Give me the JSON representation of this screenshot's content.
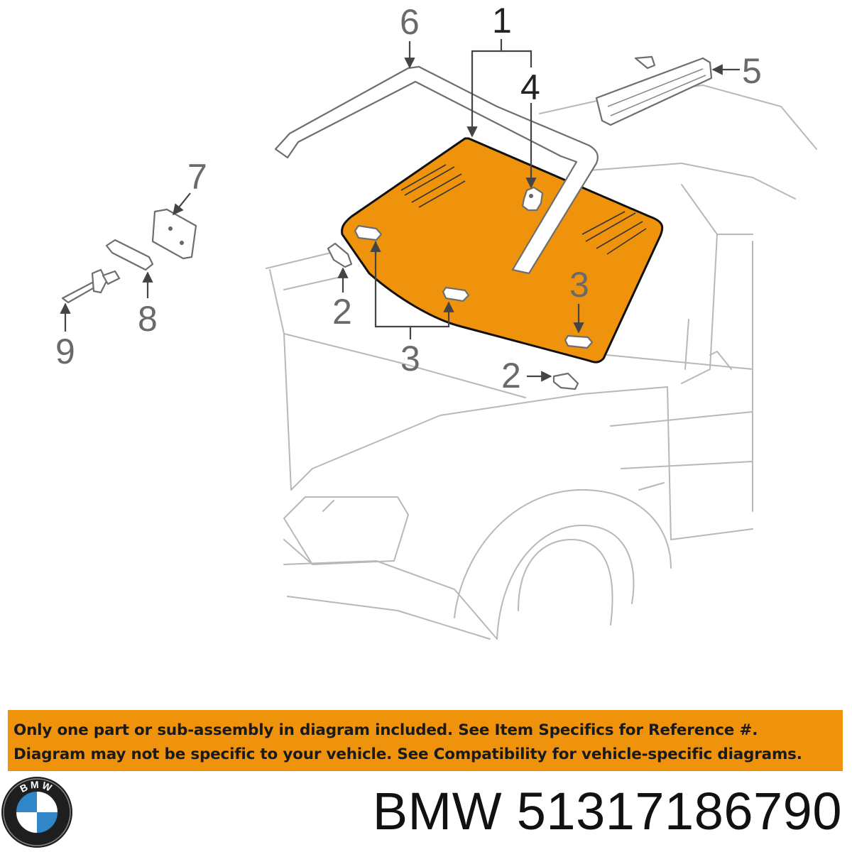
{
  "diagram": {
    "callouts": {
      "c1": "1",
      "c2a": "2",
      "c2b": "2",
      "c3a": "3",
      "c3b": "3",
      "c4": "4",
      "c5": "5",
      "c6": "6",
      "c7": "7",
      "c8": "8",
      "c9": "9"
    },
    "highlight_color": "#f0930c"
  },
  "notice": {
    "line1": "Only one part or sub-assembly in diagram included. See Item Specifics for Reference #.",
    "line2": "Diagram may not be specific to your vehicle. See Compatibility for vehicle-specific diagrams.",
    "background": "#f0930c"
  },
  "footer": {
    "brand": "BMW",
    "part_number": "51317186790",
    "logo_icon": "bmw-roundel-icon",
    "logo_letters": "BMW"
  }
}
